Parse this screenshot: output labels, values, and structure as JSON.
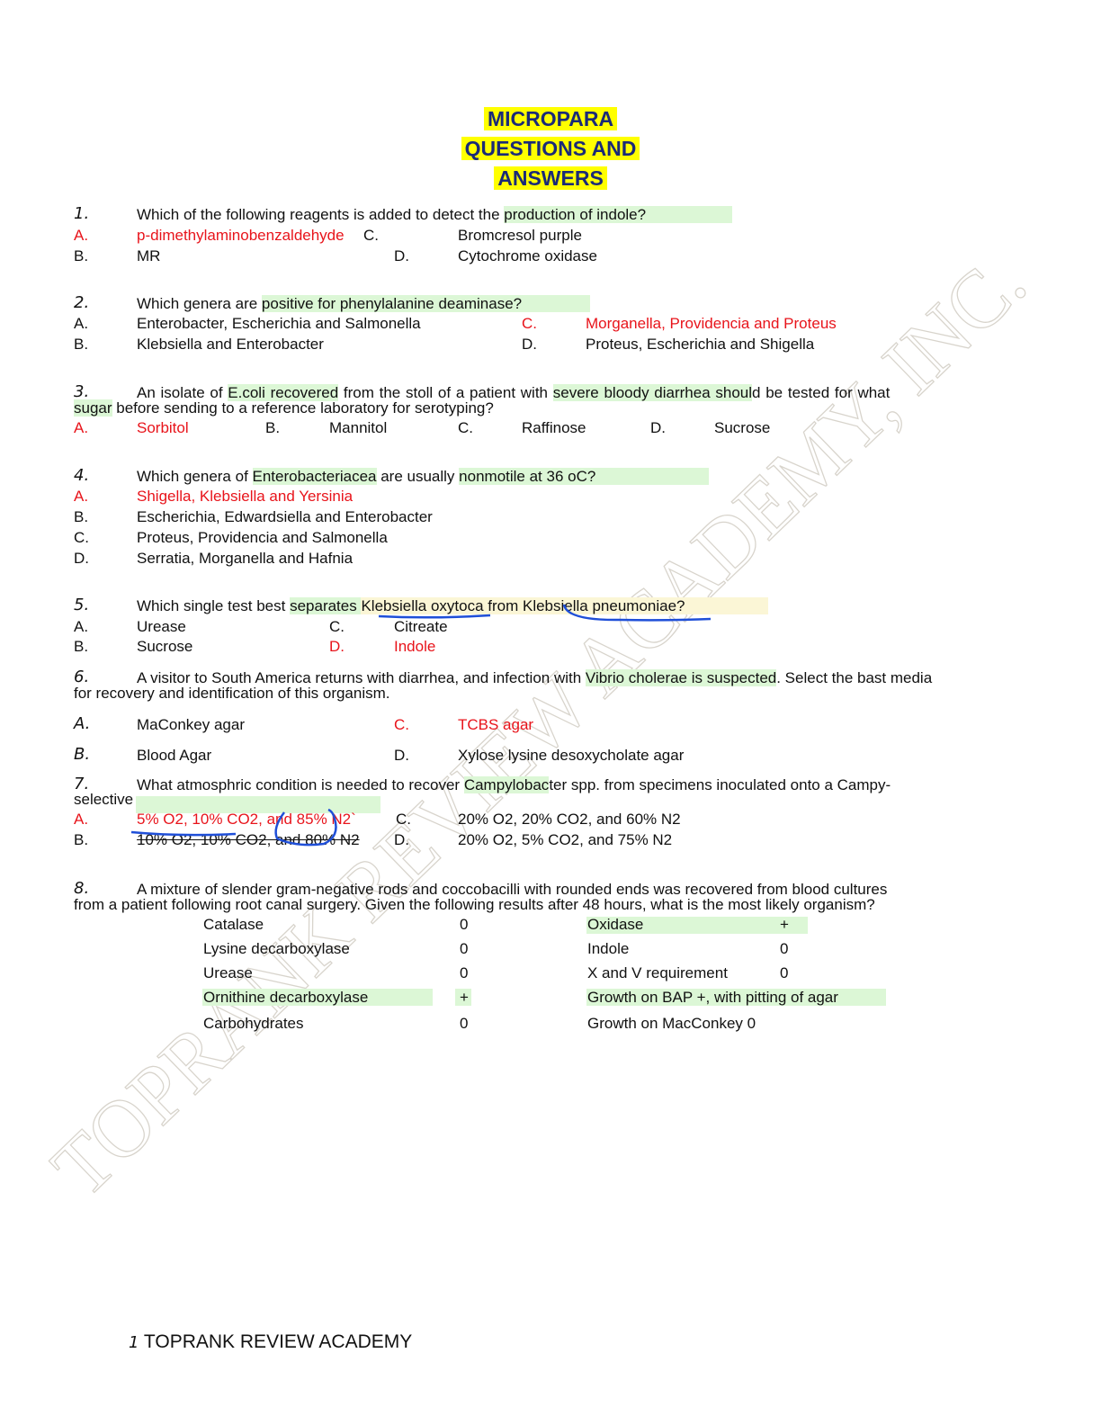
{
  "title": [
    "MICROPARA",
    "QUESTIONS AND",
    "ANSWERS"
  ],
  "watermark": "TOPRANK REVIEW ACADEMY, INC.",
  "q1": {
    "num": "1.",
    "text_a": "Which of the following reagents is added to detect the ",
    "text_hl": "production of indole?",
    "A": "A.",
    "a": "p-dimethylaminobenzaldehyde",
    "C": "C.",
    "c": "Bromcresol purple",
    "B": "B.",
    "b": "MR",
    "D": "D.",
    "d": "Cytochrome oxidase"
  },
  "q2": {
    "num": "2.",
    "text_a": "Which genera are ",
    "text_hl": "positive for phenylalanine deaminase?",
    "A": "A.",
    "a": "Enterobacter, Escherichia and Salmonella",
    "C": "C.",
    "c": "Morganella, Providencia and Proteus",
    "B": "B.",
    "b": "Klebsiella and Enterobacter",
    "D": "D.",
    "d": "Proteus, Escherichia and Shigella"
  },
  "q3": {
    "num": "3.",
    "t1": "An isolate of ",
    "h1": "E.coli recovered",
    "t2": " from the stoll of a patient with ",
    "h2": "severe bloody diarrhea shoul",
    "t3": "d be tested for what",
    "h3": "sugar",
    "t4": " before sending to a reference laboratory for serotyping?",
    "A": "A.",
    "a": "Sorbitol",
    "B": "B.",
    "b": "Mannitol",
    "C": "C.",
    "c": "Raffinose",
    "D": "D.",
    "d": "Sucrose"
  },
  "q4": {
    "num": "4.",
    "t1": "Which genera of ",
    "h1": "Enterobacteriacea",
    "t2": " are usually ",
    "h2": "nonmotile at 36 oC?",
    "A": "A.",
    "a": "Shigella, Klebsiella and Yersinia",
    "B": "B.",
    "b": "Escherichia, Edwardsiella and Enterobacter",
    "C": "C.",
    "c": "Proteus, Providencia and Salmonella",
    "D": "D.",
    "d": "Serratia, Morganella and Hafnia"
  },
  "q5": {
    "num": "5.",
    "t1": "Which single test best ",
    "h1": "separates ",
    "h2": "Klebsiella oxytoca from Klebsiella pneumoniae?",
    "A": "A.",
    "a": "Urease",
    "C": "C.",
    "c": "Citreate",
    "B": "B.",
    "b": "Sucrose",
    "D": "D.",
    "d": "Indole"
  },
  "q6": {
    "num": "6.",
    "t1": "A visitor to South America returns with diarrhea, and infection with ",
    "h1": "Vibrio cholerae is suspected",
    "t2": ". Select the bast media",
    "t3": "for recovery and identification of this organism.",
    "A": "A.",
    "a": "MaConkey agar",
    "C": "C.",
    "c": "TCBS agar",
    "B": "B.",
    "b": "Blood Agar",
    "D": "D.",
    "d": "Xylose lysine desoxycholate agar"
  },
  "q7": {
    "num": "7.",
    "t1": "What atmosphric condition is needed to recover ",
    "h1": "Campylobac",
    "t2": "ter spp. from specimens inoculated onto a Campy-",
    "t3": "selective",
    "A": "A.",
    "a": "5% O2, 10% CO2, and 85% N2`",
    "C": "C.",
    "c": "20% O2, 20% CO2, and 60% N2",
    "B": "B.",
    "b": "10% O2, 10% CO2, and 80% N2",
    "D": "D.",
    "d": "20% O2, 5% CO2, and 75% N2"
  },
  "q8": {
    "num": "8.",
    "t1": "A mixture of slender gram-negative rods and coccobacilli with rounded ends was  recovered  from  blood  cultures",
    "t2": "from a patient following root canal surgery. Given the following results after 48 hours, what is the most likely organism?",
    "rows": [
      {
        "l": "Catalase",
        "lv": "0",
        "r": "Oxidase",
        "rv": "+"
      },
      {
        "l": "Lysine decarboxylase",
        "lv": "0",
        "r": "Indole",
        "rv": "0"
      },
      {
        "l": "Urease",
        "lv": "0",
        "r": "X and V requirement",
        "rv": "0"
      },
      {
        "l": "Ornithine decarboxylase",
        "lv": "+",
        "r": "Growth on BAP +, with pitting of agar",
        "rv": ""
      },
      {
        "l": "Carbohydrates",
        "lv": "0",
        "r": "Growth on MacConkey 0",
        "rv": ""
      }
    ]
  },
  "footer": {
    "page": "1",
    "text": "TOPRANK REVIEW ACADEMY"
  }
}
